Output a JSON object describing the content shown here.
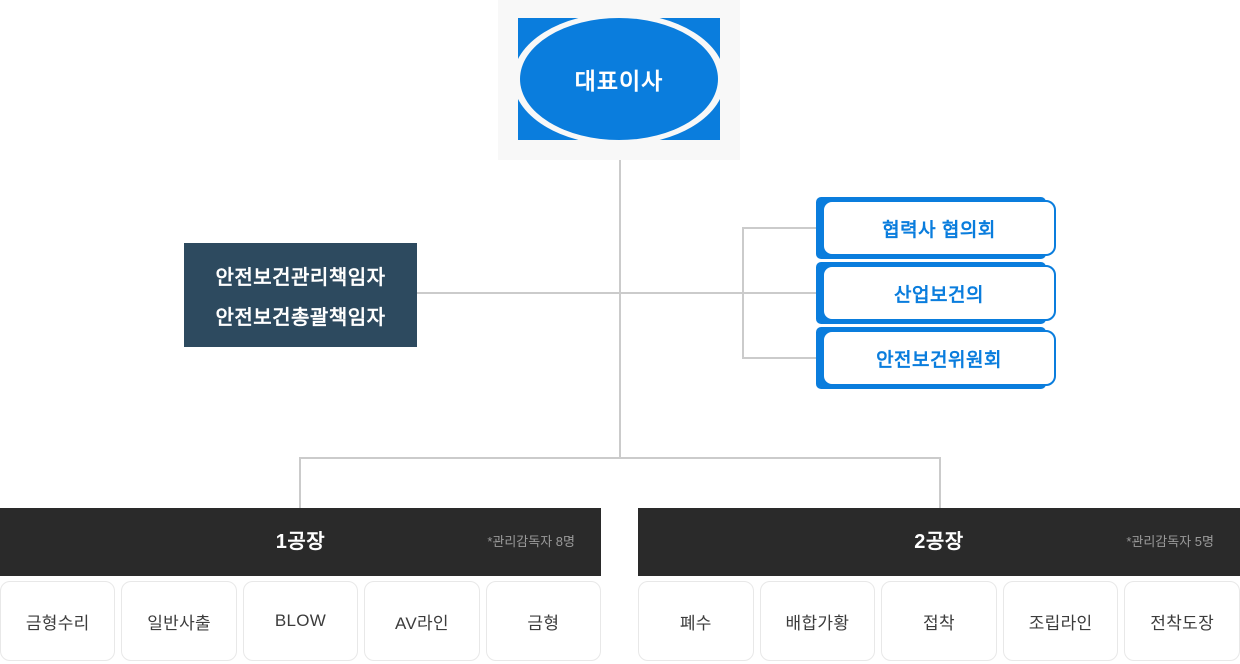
{
  "colors": {
    "accent_blue": "#0a7ddd",
    "navy": "#2d4a5f",
    "bar_dark": "#2a2a2a",
    "connector_gray": "#cbcbcb",
    "note_gray": "#9a9a9a"
  },
  "ceo": {
    "label": "대표이사"
  },
  "manager": {
    "line1": "안전보건관리책임자",
    "line2": "안전보건총괄책임자"
  },
  "committees": [
    {
      "label": "협력사 협의회"
    },
    {
      "label": "산업보건의"
    },
    {
      "label": "안전보건위원회"
    }
  ],
  "factories": [
    {
      "name": "1공장",
      "note": "*관리감독자 8명",
      "departments": [
        "금형수리",
        "일반사출",
        "BLOW",
        "AV라인",
        "금형"
      ]
    },
    {
      "name": "2공장",
      "note": "*관리감독자 5명",
      "departments": [
        "폐수",
        "배합가황",
        "접착",
        "조립라인",
        "전착도장"
      ]
    }
  ]
}
